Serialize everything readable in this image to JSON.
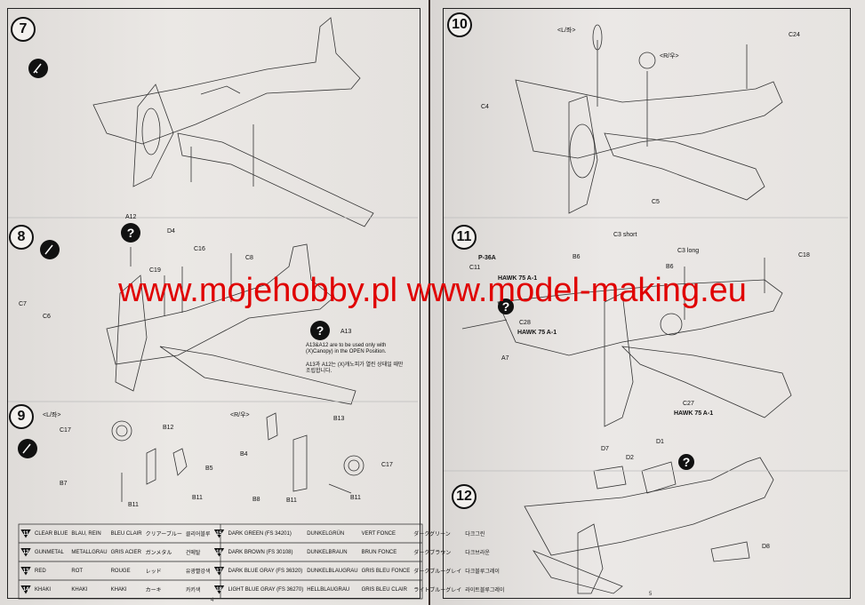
{
  "watermark": "www.mojehobby.pl www.model-making.eu",
  "page_numbers": {
    "left": "4",
    "right": "5"
  },
  "step7": {
    "number": "7"
  },
  "step8": {
    "number": "8",
    "parts": {
      "a12": "A12",
      "d4": "D4",
      "c16": "C16",
      "c8": "C8",
      "c19": "C19",
      "c7": "C7",
      "c6": "C6",
      "a13": "A13"
    },
    "note_en": "A13&A12 are to be used only with (X)Canopy) in the OPEN Position.",
    "note_kr": "A13과 A12는 (X)캐노피가 열린 상태일 때만 조립합니다."
  },
  "step9": {
    "number": "9",
    "left_label": "<L/좌>",
    "right_label": "<R/우>",
    "parts": {
      "c17a": "C17",
      "b12": "B12",
      "b5": "B5",
      "b7": "B7",
      "b11a": "B11",
      "b11b": "B11",
      "b13": "B13",
      "b4": "B4",
      "b8": "B8",
      "b11c": "B11",
      "b11d": "B11",
      "c17b": "C17"
    }
  },
  "step10": {
    "number": "10",
    "left_label": "<L/좌>",
    "right_label": "<R/우>",
    "parts": {
      "c24": "C24",
      "c4": "C4",
      "c5": "C5"
    }
  },
  "step11": {
    "number": "11",
    "parts": {
      "c3short": "C3 short",
      "c3long": "C3 long",
      "b6a": "B6",
      "b6b": "B6",
      "c18": "C18",
      "p36a": "P-36A",
      "c11": "C11",
      "hawk1": "HAWK 75 A-1",
      "c28": "C28",
      "hawk2": "HAWK 75 A-1",
      "a7": "A7",
      "c27": "C27",
      "hawk3": "HAWK 75 A-1"
    }
  },
  "step12": {
    "number": "12",
    "parts": {
      "d7": "D7",
      "d2": "D2",
      "d1": "D1",
      "d8": "D8"
    }
  },
  "color_table": {
    "left": [
      {
        "code": "11",
        "en": "CLEAR BLUE",
        "de": "BLAU, REIN",
        "fr": "BLEU CLAIR",
        "jp": "クリアーブルー",
        "kr": "클리어블루"
      },
      {
        "code": "12",
        "en": "GUNMETAL",
        "de": "METALLGRAU",
        "fr": "GRIS ACIER",
        "jp": "ガンメタル",
        "kr": "건메탈"
      },
      {
        "code": "13",
        "en": "RED",
        "de": "ROT",
        "fr": "ROUGE",
        "jp": "レッド",
        "kr": "유광빨강색"
      },
      {
        "code": "14",
        "en": "KHAKI",
        "de": "KHAKI",
        "fr": "KHAKI",
        "jp": "カーキ",
        "kr": "카키색"
      }
    ],
    "right": [
      {
        "code": "15",
        "en": "DARK GREEN (FS 34201)",
        "de": "DUNKELGRÜN",
        "fr": "VERT FONCE",
        "jp": "ダークグリーン",
        "kr": "다크그린"
      },
      {
        "code": "16",
        "en": "DARK BROWN (FS 30108)",
        "de": "DUNKELBRAUN",
        "fr": "BRUN FONCE",
        "jp": "ダークブラウン",
        "kr": "다크브라운"
      },
      {
        "code": "17",
        "en": "DARK BLUE GRAY (FS 36320)",
        "de": "DUNKELBLAUGRAU",
        "fr": "GRIS BLEU FONCE",
        "jp": "ダークブルーグレイ",
        "kr": "다크블루그레이"
      },
      {
        "code": "18",
        "en": "LIGHT BLUE GRAY (FS 36270)",
        "de": "HELLBLAUGRAU",
        "fr": "GRIS BLEU CLAIR",
        "jp": "ライトブルーグレイ",
        "kr": "라이트블루그레이"
      }
    ]
  }
}
